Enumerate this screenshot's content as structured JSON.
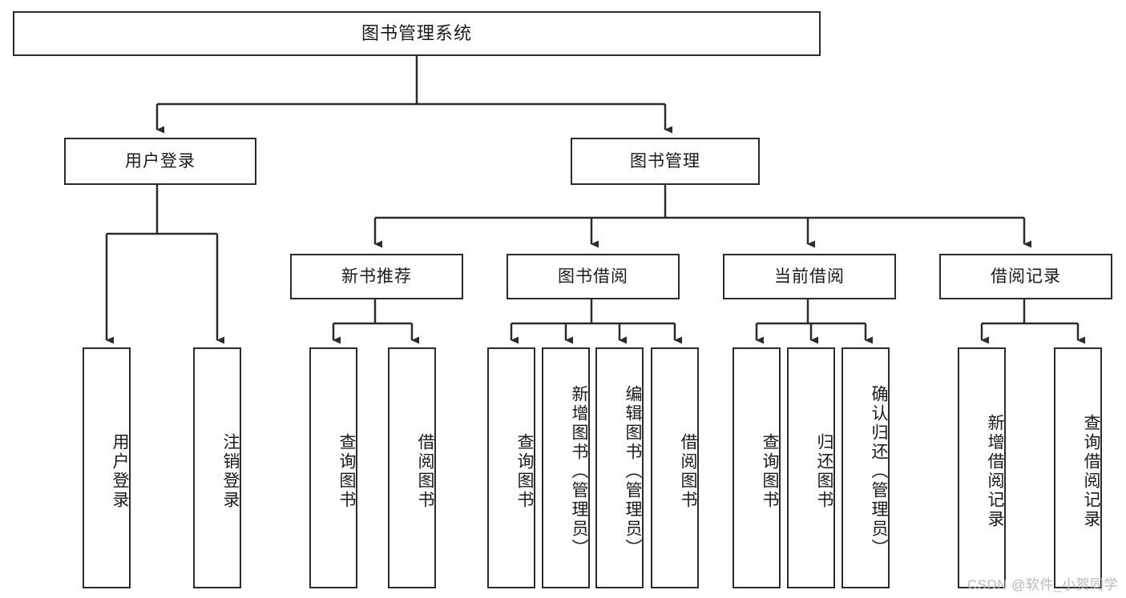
{
  "diagram": {
    "type": "tree",
    "title": "图书管理系统",
    "watermark": "CSDN @软件_小贺同学",
    "colors": {
      "stroke": "#2b2b2b",
      "fill": "#ffffff",
      "text": "#1a1a1a",
      "watermark": "#b9b9b9"
    },
    "nodes": {
      "root": {
        "label": "图书管理系统"
      },
      "level2": [
        {
          "id": "user-login",
          "label": "用户登录"
        },
        {
          "id": "book-manage",
          "label": "图书管理"
        }
      ],
      "level3": [
        {
          "id": "new-book-rec",
          "label": "新书推荐"
        },
        {
          "id": "book-borrow",
          "label": "图书借阅"
        },
        {
          "id": "current-borrow",
          "label": "当前借阅"
        },
        {
          "id": "borrow-record",
          "label": "借阅记录"
        }
      ],
      "leaves": {
        "user-login": [
          {
            "id": "leaf-user-login",
            "label": "用户登录"
          },
          {
            "id": "leaf-user-logout",
            "label": "注销登录"
          }
        ],
        "new-book-rec": [
          {
            "id": "leaf-query-book-1",
            "label": "查询图书"
          },
          {
            "id": "leaf-borrow-book-1",
            "label": "借阅图书"
          }
        ],
        "book-borrow": [
          {
            "id": "leaf-query-book-2",
            "label": "查询图书"
          },
          {
            "id": "leaf-add-book",
            "label": "新增图书（管理员）"
          },
          {
            "id": "leaf-edit-book",
            "label": "编辑图书（管理员）"
          },
          {
            "id": "leaf-borrow-book-2",
            "label": "借阅图书"
          }
        ],
        "current-borrow": [
          {
            "id": "leaf-query-book-3",
            "label": "查询图书"
          },
          {
            "id": "leaf-return-book",
            "label": "归还图书"
          },
          {
            "id": "leaf-confirm-return",
            "label": "确认归还（管理员）"
          }
        ],
        "borrow-record": [
          {
            "id": "leaf-add-record",
            "label": "新增借阅记录"
          },
          {
            "id": "leaf-query-record",
            "label": "查询借阅记录"
          }
        ]
      }
    }
  }
}
